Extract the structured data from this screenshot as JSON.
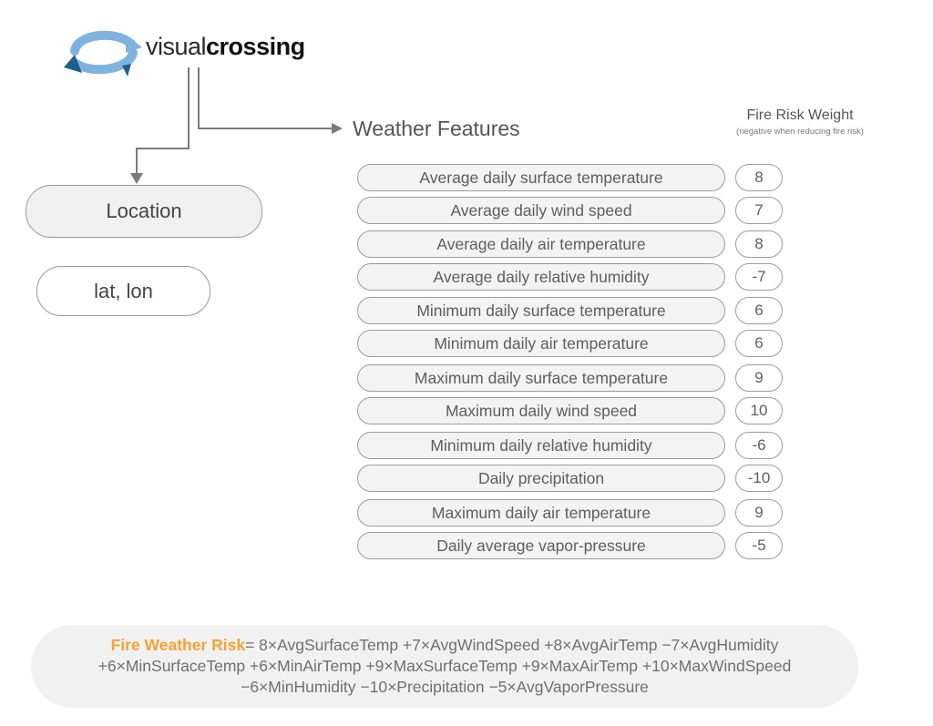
{
  "logo": {
    "name_light": "visual",
    "name_bold": "crossing",
    "icon": "circular-arrows-logo-icon",
    "colors": {
      "light_blue": "#7fb3dd",
      "dark_blue": "#1f5f8b"
    }
  },
  "location": {
    "label": "Location",
    "coords_label": "lat, lon"
  },
  "features": {
    "heading": "Weather Features",
    "weight_heading": "Fire Risk Weight",
    "weight_note": "(negative when reducing fire risk)",
    "items": [
      {
        "name": "Average daily surface temperature",
        "weight": "8"
      },
      {
        "name": "Average daily wind speed",
        "weight": "7"
      },
      {
        "name": "Average daily air temperature",
        "weight": "8"
      },
      {
        "name": "Average daily relative humidity",
        "weight": "-7"
      },
      {
        "name": "Minimum daily surface temperature",
        "weight": "6"
      },
      {
        "name": "Minimum daily air temperature",
        "weight": "6"
      },
      {
        "name": "Maximum daily surface temperature",
        "weight": "9"
      },
      {
        "name": "Maximum daily wind speed",
        "weight": "10"
      },
      {
        "name": "Minimum daily relative humidity",
        "weight": "-6"
      },
      {
        "name": "Daily precipitation",
        "weight": "-10"
      },
      {
        "name": "Maximum daily air temperature",
        "weight": "9"
      },
      {
        "name": "Daily average vapor-pressure",
        "weight": "-5"
      }
    ]
  },
  "formula": {
    "label": "Fire Weather Risk",
    "line1": "= 8×AvgSurfaceTemp +7×AvgWindSpeed +8×AvgAirTemp −7×AvgHumidity",
    "line2": "+6×MinSurfaceTemp +6×MinAirTemp +9×MaxSurfaceTemp +9×MaxAirTemp +10×MaxWindSpeed",
    "line3": "−6×MinHumidity −10×Precipitation −5×AvgVaporPressure",
    "label_color": "#f5a136"
  }
}
